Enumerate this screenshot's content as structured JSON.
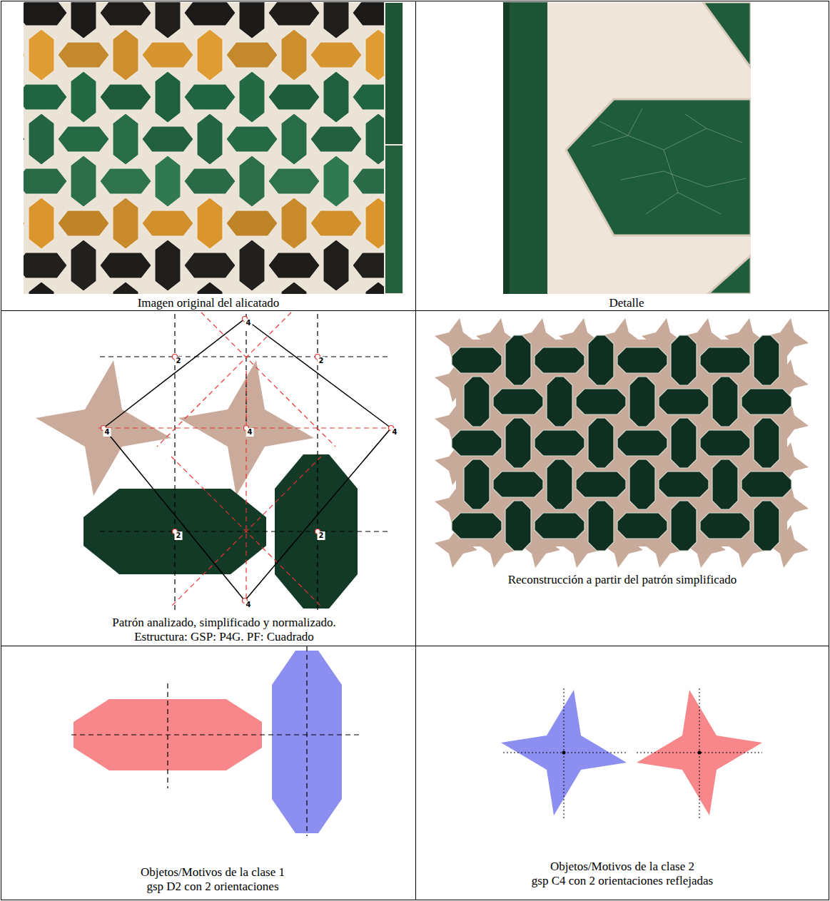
{
  "diagram": {
    "nodes": [
      {
        "text": [
          "Imagen original del alicatado"
        ]
      },
      {
        "text": [
          "Detalle"
        ]
      },
      {
        "text": [
          "Patrón analizado, simplificado y normalizado.",
          "Estructura: GSP: P4G. PF: Cuadrado"
        ]
      },
      {
        "text": [
          "Reconstrucción a partir del patrón simplificado"
        ]
      },
      {
        "text": [
          "Objetos/Motivos de la clase 1",
          "gsp D2 con 2 orientaciones"
        ]
      },
      {
        "text": [
          "Objetos/Motivos de la clase 2",
          "gsp C4 con 2 orientaciones reflejadas"
        ]
      }
    ],
    "labels": [
      "4",
      "2",
      "2",
      "4",
      "4",
      "4",
      "2",
      "2",
      "4"
    ]
  }
}
